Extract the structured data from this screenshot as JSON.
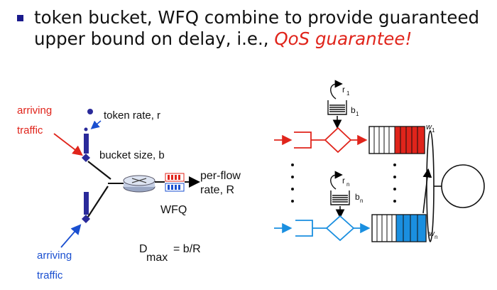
{
  "slide": {
    "headline": {
      "text": "token bucket, WFQ combine to provide guaranteed upper bound on delay, i.e.,",
      "emphasis": "QoS guarantee!"
    },
    "colors": {
      "red": "#e0241b",
      "blue": "#1a8fe0",
      "bullet": "#1a1a8c",
      "router_blue": "#2a2a9a"
    }
  },
  "left_diagram": {
    "arriving_traffic_top": {
      "line1": "arriving",
      "line2": "traffic"
    },
    "token_rate_label": "token rate, r",
    "bucket_size_label": "bucket size, b",
    "per_flow_label": "per-flow",
    "rate_label": "rate, R",
    "wfq_label": "WFQ",
    "arriving_traffic_bottom": {
      "line1": "arriving",
      "line2": "traffic"
    },
    "delay_bound": {
      "d": "D",
      "sub": "max",
      "rhs": "= b/R"
    }
  },
  "right_diagram": {
    "r1": {
      "main": "r",
      "sub": "1"
    },
    "b1": {
      "main": "b",
      "sub": "1"
    },
    "w1": {
      "main": "w",
      "sub": "1"
    },
    "rn": {
      "main": "r",
      "sub": "n"
    },
    "bn": {
      "main": "b",
      "sub": "n"
    },
    "wn": {
      "main": "w",
      "sub": "n"
    }
  }
}
